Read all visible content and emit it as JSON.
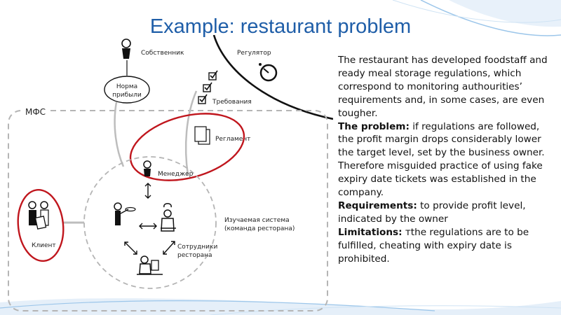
{
  "title": "Example: restaurant problem",
  "diagram": {
    "owner": "Собственник",
    "regulator": "Регулятор",
    "profit_norm": [
      "Норма",
      "прибыли"
    ],
    "requirements": "Требования",
    "mfs": "МФС",
    "reglament": "Регламент",
    "manager": "Менеджер",
    "client": "Клиент",
    "studied_system": [
      "Изучаемая система",
      "(команда ресторана)"
    ],
    "staff": [
      "Сотрудники",
      "ресторана"
    ]
  },
  "text": {
    "intro": "The restaurant has developed foodstaff and ready meal storage regulations, which correspond to monitoring authourities’ requirements and, in some cases, are even tougher.",
    "problem_label": "The problem:",
    "problem_text": " if regulations are followed, the profit margin drops considerably lower the target level, set by the business owner. Therefore misguided practice of using fake expiry date tickets was established in the company.",
    "requirements_label": "Requirements:",
    "requirements_text": "  to provide profit level, indicated by the owner",
    "limitations_label": "Limitations:",
    "limitations_text": " тthe regulations are to be fulfilled, cheating with expiry date is prohibited."
  },
  "colors": {
    "title": "#1f5ea8",
    "highlight": "#c0161d",
    "accent_blue": "#3b8fd0",
    "connector": "#bdbdbd"
  }
}
